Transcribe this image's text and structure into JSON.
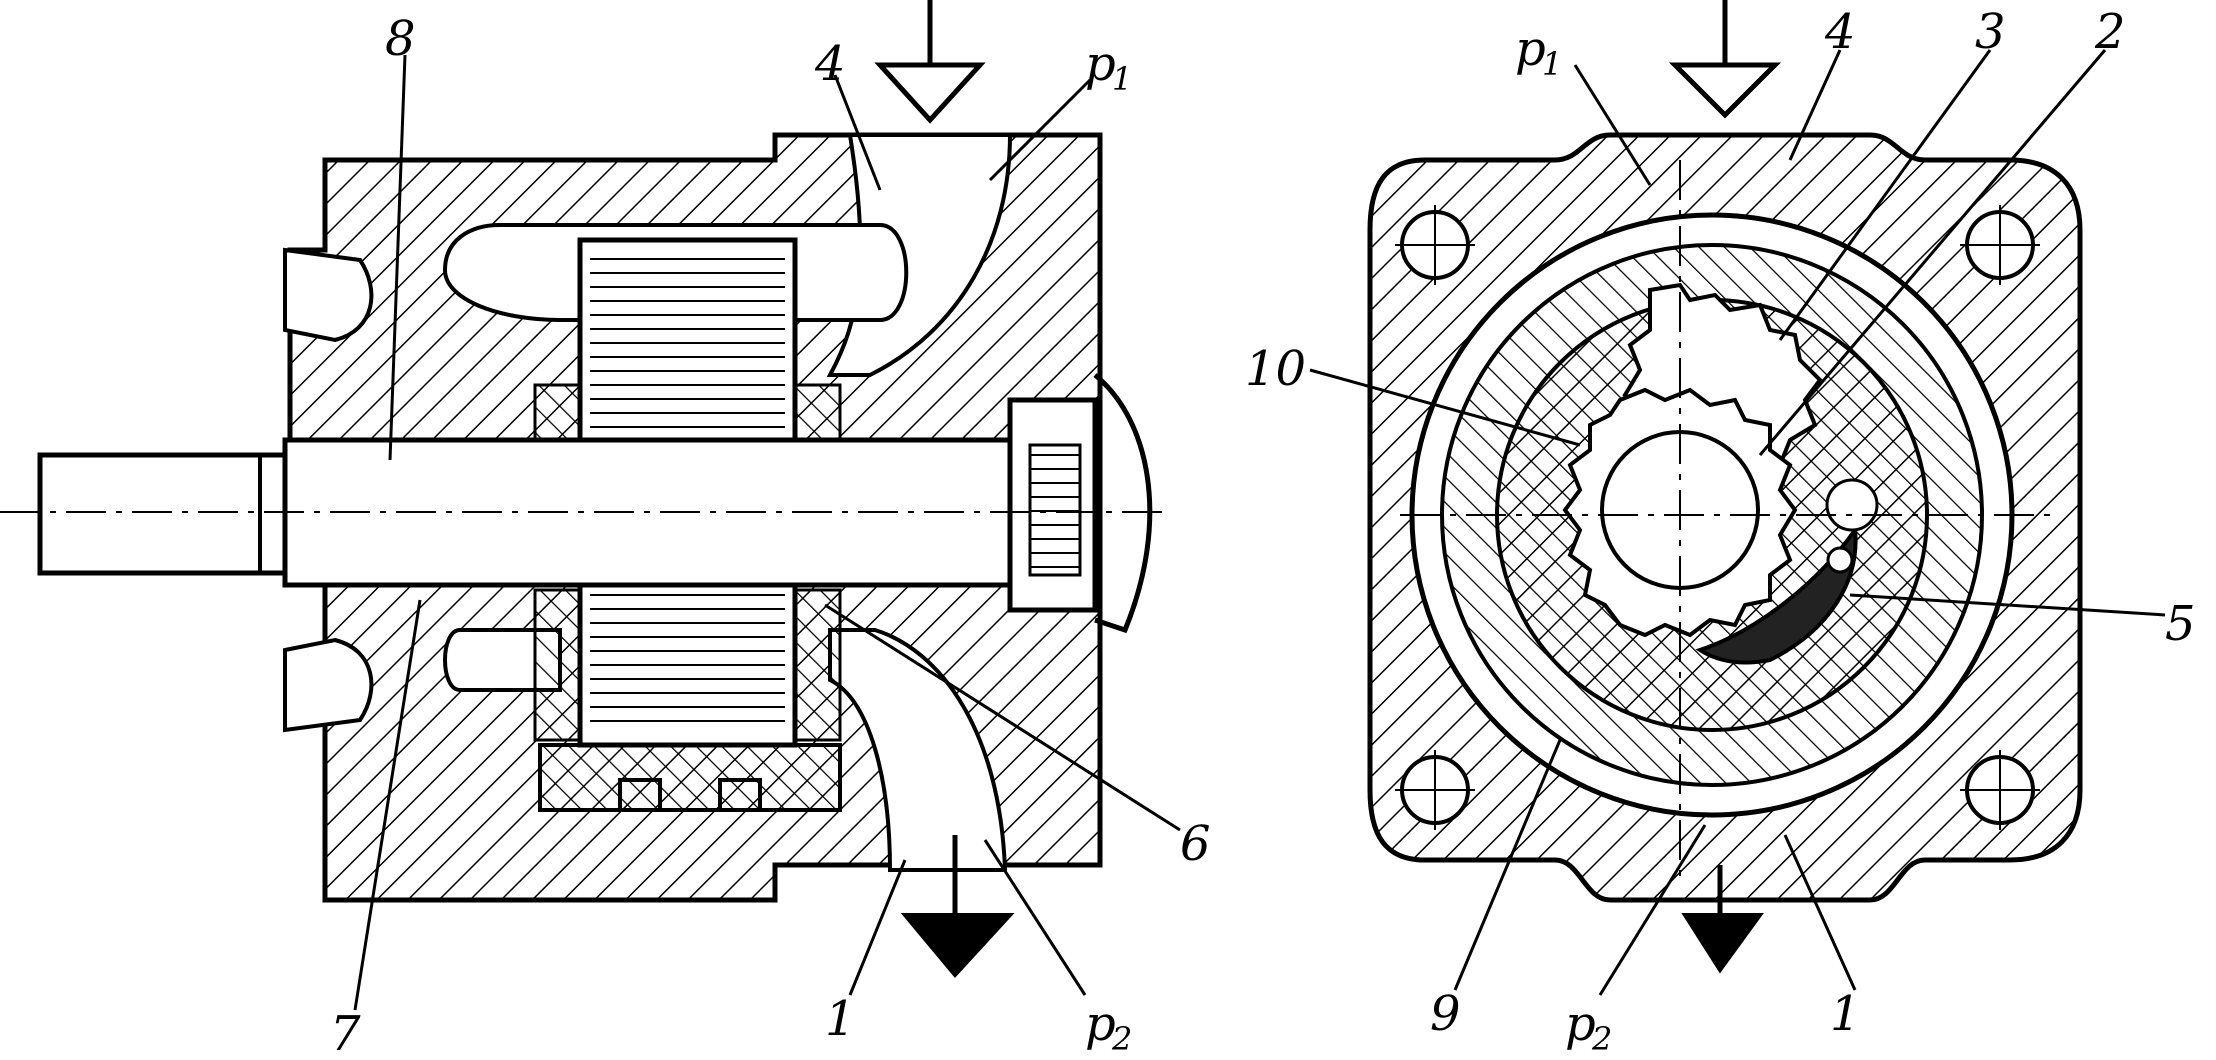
{
  "left_view": {
    "labels": {
      "l8": "8",
      "l4": "4",
      "p1": "p",
      "p1_sub": "1",
      "l7": "7",
      "l1": "1",
      "p2": "p",
      "p2_sub": "2",
      "l6": "6"
    },
    "inlet_arrow": "open-triangle",
    "outlet_arrow": "filled-triangle"
  },
  "right_view": {
    "labels": {
      "p1": "p",
      "p1_sub": "1",
      "l4": "4",
      "l3": "3",
      "l2": "2",
      "l10": "10",
      "l5": "5",
      "l9": "9",
      "p2": "p",
      "p2_sub": "2",
      "l1": "1"
    },
    "inlet_arrow": "open-triangle",
    "outlet_arrow": "filled-triangle"
  },
  "colors": {
    "ink": "#000000",
    "paper": "#ffffff"
  }
}
